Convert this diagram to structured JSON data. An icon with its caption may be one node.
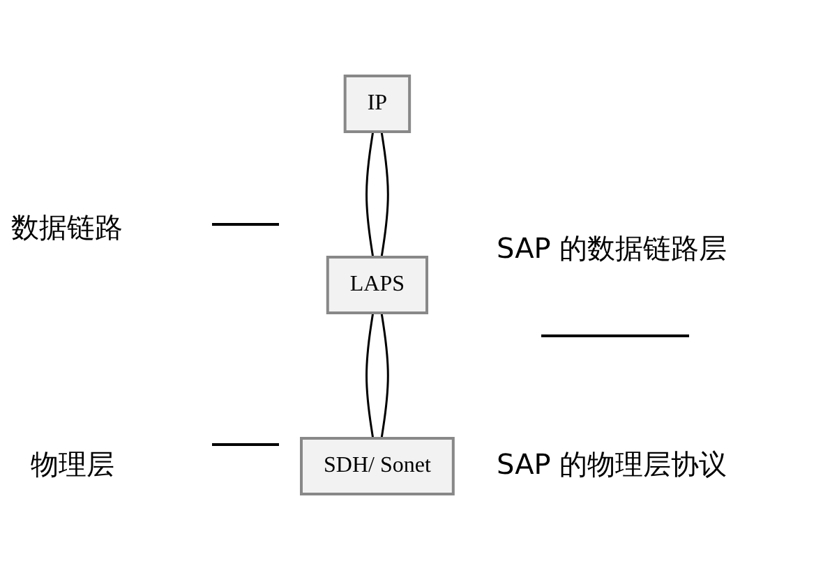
{
  "diagram": {
    "nodes": [
      {
        "text": [
          "IP"
        ]
      },
      {
        "text": [
          "LAPS"
        ]
      },
      {
        "text": [
          "SDH/ Sonet"
        ]
      }
    ],
    "edges": [
      {
        "from": 0,
        "to": 1,
        "arrow": "none"
      },
      {
        "from": 0,
        "to": 1,
        "arrow": "none"
      },
      {
        "from": 1,
        "to": 2,
        "arrow": "none"
      },
      {
        "from": 1,
        "to": 2,
        "arrow": "none"
      }
    ],
    "labels": [
      "数据链路",
      "SAP 的数据链路层",
      "物理层",
      "SAP 的物理层协议"
    ]
  }
}
